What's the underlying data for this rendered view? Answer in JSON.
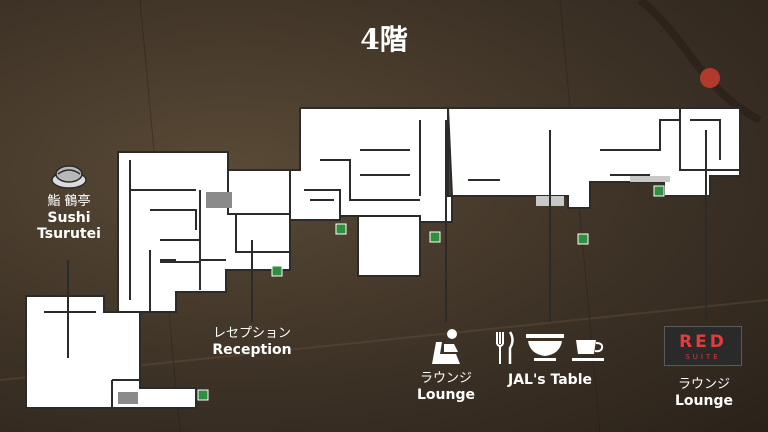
{
  "title": "4階",
  "colors": {
    "floor": "#ffffff",
    "wall": "#2b2b2b",
    "label": "#ffffff",
    "brand_red": "#e43b3b",
    "exit_green": "#2f8f3e"
  },
  "areas": {
    "sushi": {
      "jp": "鮨 鶴亭",
      "en_line1": "Sushi",
      "en_line2": "Tsurutei",
      "icon": "sushi-icon"
    },
    "reception": {
      "jp": "レセプション",
      "en": "Reception"
    },
    "lounge": {
      "jp": "ラウンジ",
      "en": "Lounge",
      "icon": "seat-icon"
    },
    "jals_table": {
      "en": "JAL's Table",
      "icons": [
        "cutlery-icon",
        "bowl-icon",
        "coffee-cup-icon"
      ]
    },
    "red_lounge": {
      "logo_text": "RED",
      "logo_sub": "SUITE",
      "jp": "ラウンジ",
      "en": "Lounge"
    }
  },
  "exit_icon": "emergency-exit-icon"
}
